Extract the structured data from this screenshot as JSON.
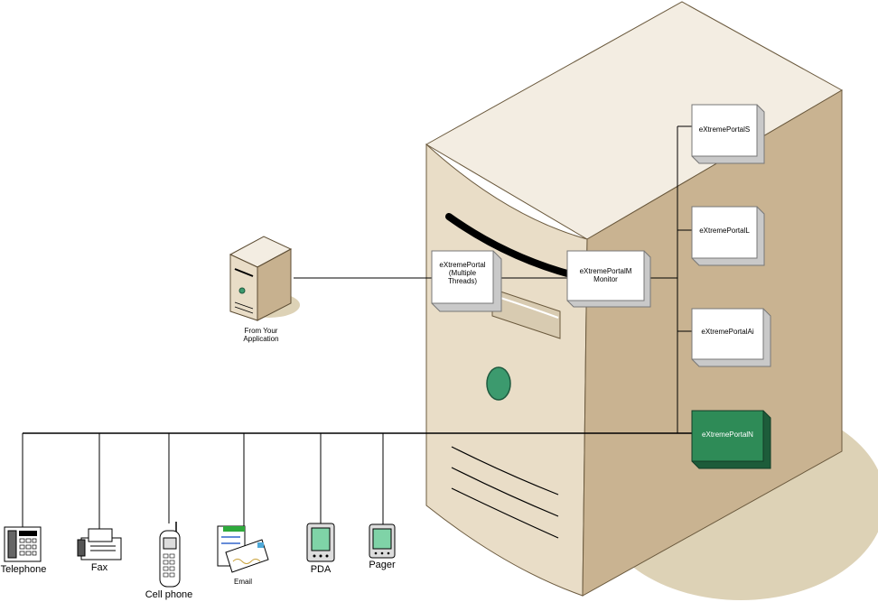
{
  "app": {
    "label": "From Your\nApplication"
  },
  "server_boxes": {
    "main": "eXtremePortal\n(Multiple\nThreads)",
    "monitor": "eXtremePortalM\nMonitor",
    "portals": [
      "eXtremePortalS",
      "eXtremePortalL",
      "eXtremePortalAi",
      "eXtremePortalN"
    ]
  },
  "devices": [
    "Telephone",
    "Fax",
    "Cell phone",
    "Email",
    "PDA",
    "Pager"
  ],
  "colors": {
    "server_front": "#e8dcc8",
    "server_side": "#c7b18f",
    "server_top": "#f2ece0",
    "shadow": "#ddd2b6",
    "box_face": "#ffffff",
    "box_side": "#c9c9c9",
    "highlight_box": "#2e8b57",
    "highlight_side": "#1d5c3a",
    "line": "#000000"
  }
}
